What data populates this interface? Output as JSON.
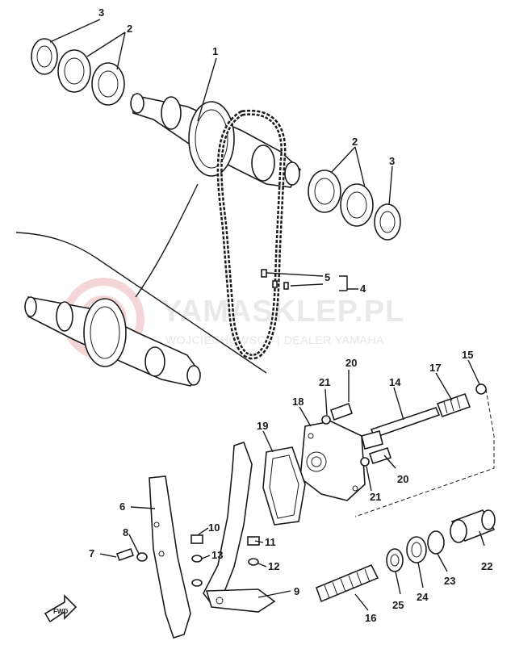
{
  "watermark": {
    "brand": "YAMASKLEP.PL",
    "sub": "WOJCIECHOWSCY | DEALER YAMAHA"
  },
  "fwd_label": "FWD",
  "callouts": [
    {
      "id": "c3a",
      "text": "3"
    },
    {
      "id": "c2a",
      "text": "2"
    },
    {
      "id": "c1",
      "text": "1"
    },
    {
      "id": "c2b",
      "text": "2"
    },
    {
      "id": "c3b",
      "text": "3"
    },
    {
      "id": "c5",
      "text": "5"
    },
    {
      "id": "c4",
      "text": "4"
    },
    {
      "id": "c20a",
      "text": "20"
    },
    {
      "id": "c15",
      "text": "15"
    },
    {
      "id": "c21a",
      "text": "21"
    },
    {
      "id": "c17",
      "text": "17"
    },
    {
      "id": "c14",
      "text": "14"
    },
    {
      "id": "c18",
      "text": "18"
    },
    {
      "id": "c19",
      "text": "19"
    },
    {
      "id": "c20b",
      "text": "20"
    },
    {
      "id": "c21b",
      "text": "21"
    },
    {
      "id": "c6",
      "text": "6"
    },
    {
      "id": "c10",
      "text": "10"
    },
    {
      "id": "c11",
      "text": "11"
    },
    {
      "id": "c8",
      "text": "8"
    },
    {
      "id": "c13",
      "text": "13"
    },
    {
      "id": "c7",
      "text": "7"
    },
    {
      "id": "c12",
      "text": "12"
    },
    {
      "id": "c9",
      "text": "9"
    },
    {
      "id": "c22",
      "text": "22"
    },
    {
      "id": "c23",
      "text": "23"
    },
    {
      "id": "c25",
      "text": "25"
    },
    {
      "id": "c24",
      "text": "24"
    },
    {
      "id": "c16",
      "text": "16"
    }
  ]
}
